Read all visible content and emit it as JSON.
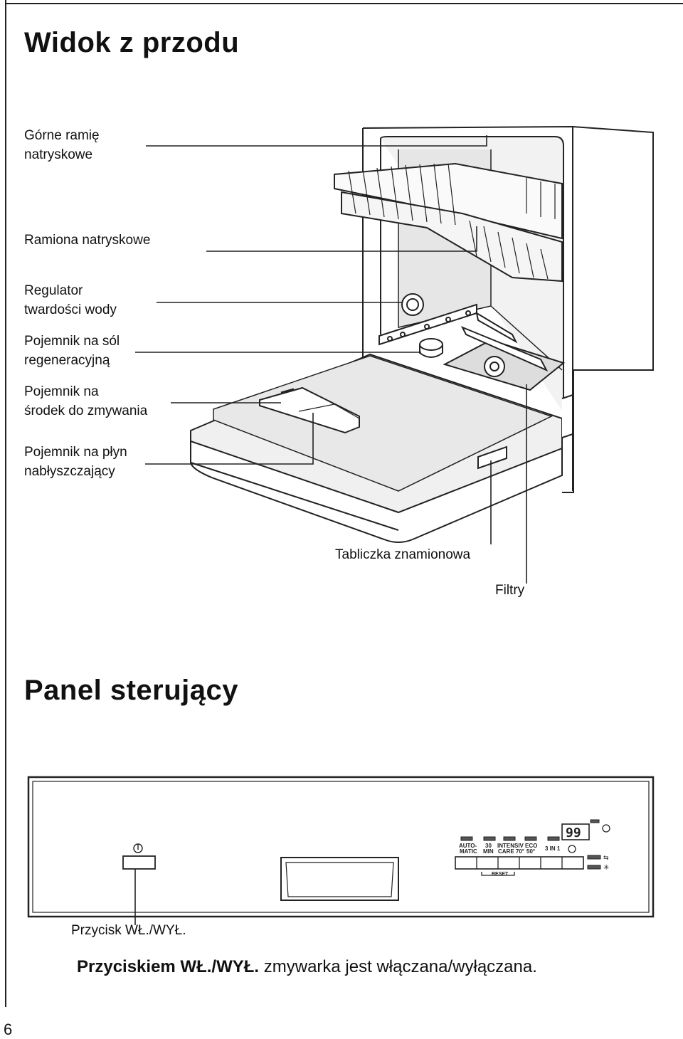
{
  "section_front": {
    "title": "Widok z przodu",
    "labels": {
      "upper_spray_arm": "Górne ramię\nnatryskowe",
      "spray_arms": "Ramiona natryskowe",
      "hardness_regulator": "Regulator\ntwardości wody",
      "salt_container": "Pojemnik na sól\nregeneracyjną",
      "detergent_container": "Pojemnik na\nśrodek do zmywania",
      "rinse_aid_container": "Pojemnik na płyn\nnabłyszczający",
      "rating_plate": "Tabliczka znamionowa",
      "filters": "Filtry"
    }
  },
  "section_panel": {
    "title": "Panel sterujący",
    "buttons": {
      "auto": "AUTO-\nMATIC",
      "min30": "30\nMIN",
      "intensiv": "INTENSIV\nCARE 70°",
      "eco": "ECO\n50°",
      "in1": "3 IN 1",
      "reset": "RESET"
    },
    "display": "99",
    "onoff_label": "Przycisk WŁ./WYŁ."
  },
  "caption": {
    "bold": "Przyciskiem WŁ./WYŁ.",
    "rest": " zmywarka jest włączana/wyłączana."
  },
  "page_number": "6"
}
